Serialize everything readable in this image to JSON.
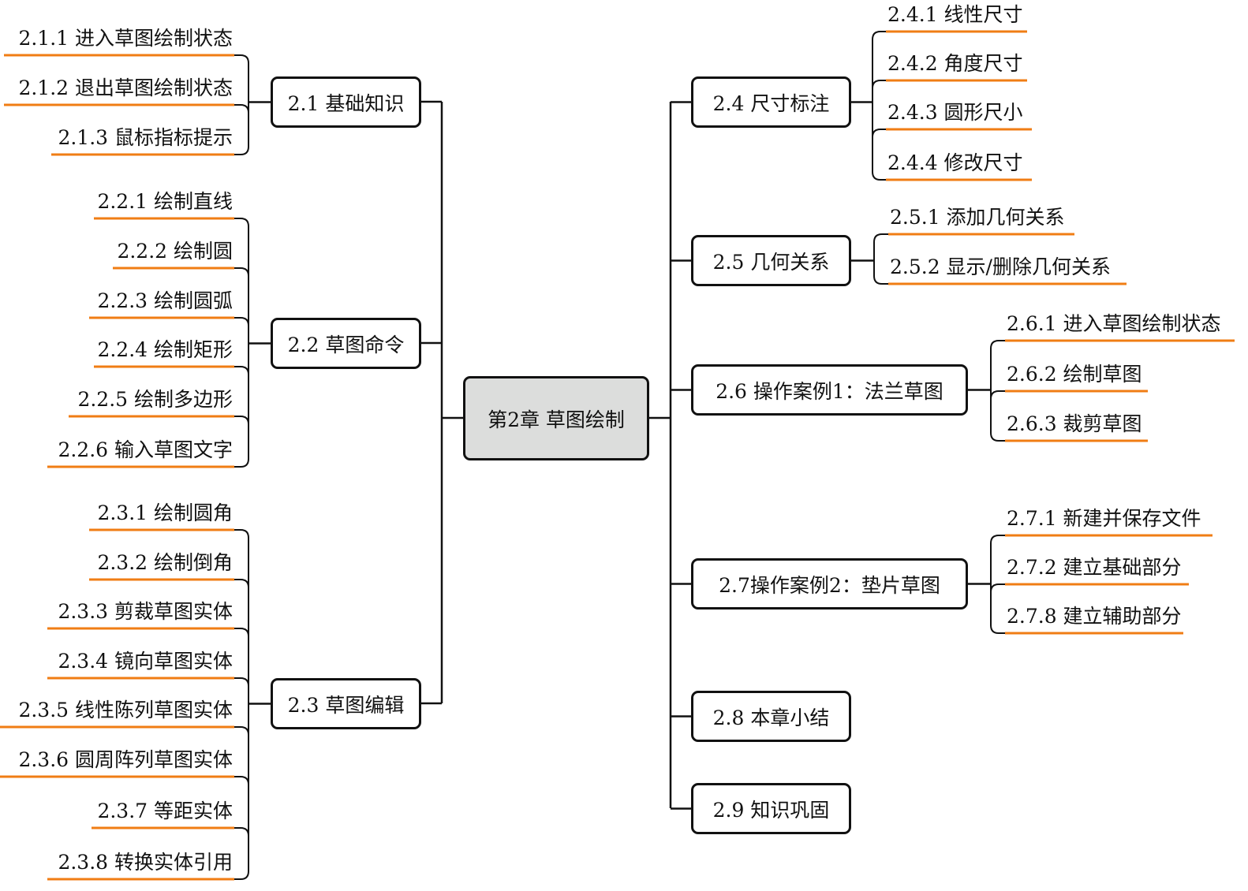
{
  "colors": {
    "underline": "#f07d14",
    "line": "#111111",
    "center_fill": "#dcdddc"
  },
  "root": {
    "label": "第2章 草图绘制"
  },
  "branches": [
    {
      "label": "2.1 基础知识",
      "children": [
        "2.1.1 进入草图绘制状态",
        "2.1.2 退出草图绘制状态",
        "2.1.3 鼠标指标提示"
      ]
    },
    {
      "label": "2.2 草图命令",
      "children": [
        "2.2.1 绘制直线",
        "2.2.2 绘制圆",
        "2.2.3 绘制圆弧",
        "2.2.4 绘制矩形",
        "2.2.5 绘制多边形",
        "2.2.6 输入草图文字"
      ]
    },
    {
      "label": "2.3 草图编辑",
      "children": [
        "2.3.1 绘制圆角",
        "2.3.2 绘制倒角",
        "2.3.3 剪裁草图实体",
        "2.3.4 镜向草图实体",
        "2.3.5 线性陈列草图实体",
        "2.3.6 圆周阵列草图实体",
        "2.3.7 等距实体",
        "2.3.8 转换实体引用"
      ]
    },
    {
      "label": "2.4 尺寸标注",
      "children": [
        "2.4.1 线性尺寸",
        "2.4.2 角度尺寸",
        "2.4.3 圆形尺小",
        "2.4.4 修改尺寸"
      ]
    },
    {
      "label": "2.5 几何关系",
      "children": [
        "2.5.1 添加几何关系",
        "2.5.2 显示/删除几何关系"
      ]
    },
    {
      "label": "2.6 操作案例1：法兰草图",
      "children": [
        "2.6.1 进入草图绘制状态",
        "2.6.2 绘制草图",
        "2.6.3 裁剪草图"
      ]
    },
    {
      "label": "2.7操作案例2：垫片草图",
      "children": [
        "2.7.1 新建并保存文件",
        "2.7.2 建立基础部分",
        "2.7.8 建立辅助部分"
      ]
    },
    {
      "label": "2.8 本章小结",
      "children": []
    },
    {
      "label": "2.9 知识巩固",
      "children": []
    }
  ]
}
